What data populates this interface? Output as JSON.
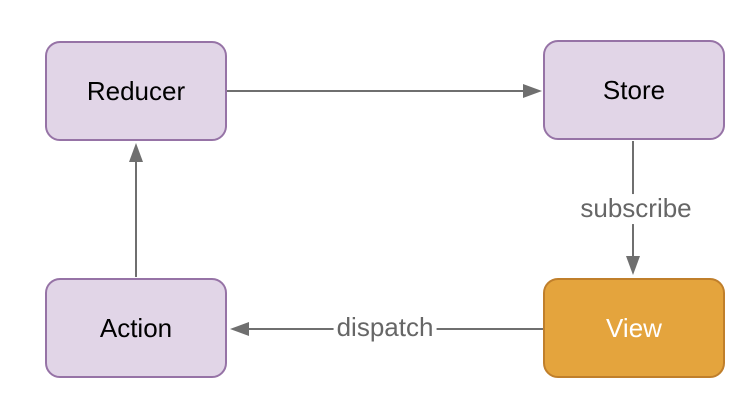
{
  "nodes": [
    {
      "id": "reducer",
      "label": "Reducer"
    },
    {
      "id": "store",
      "label": "Store"
    },
    {
      "id": "action",
      "label": "Action"
    },
    {
      "id": "view",
      "label": "View"
    }
  ],
  "edges": [
    {
      "from": "Reducer",
      "to": "Store",
      "label": ""
    },
    {
      "from": "Store",
      "to": "View",
      "label": "subscribe"
    },
    {
      "from": "View",
      "to": "Action",
      "label": "dispatch"
    },
    {
      "from": "Action",
      "to": "Reducer",
      "label": ""
    }
  ],
  "colors": {
    "background": "#FFFFFF",
    "node_fill": "#E1D5E7",
    "node_border": "#9673A6",
    "view_fill": "#E4A43D",
    "view_border": "#C07F2B",
    "node_text": "#000000",
    "view_text": "#FFFFFF",
    "arrow": "#6F6F6F",
    "edge_label_text": "#666666"
  }
}
